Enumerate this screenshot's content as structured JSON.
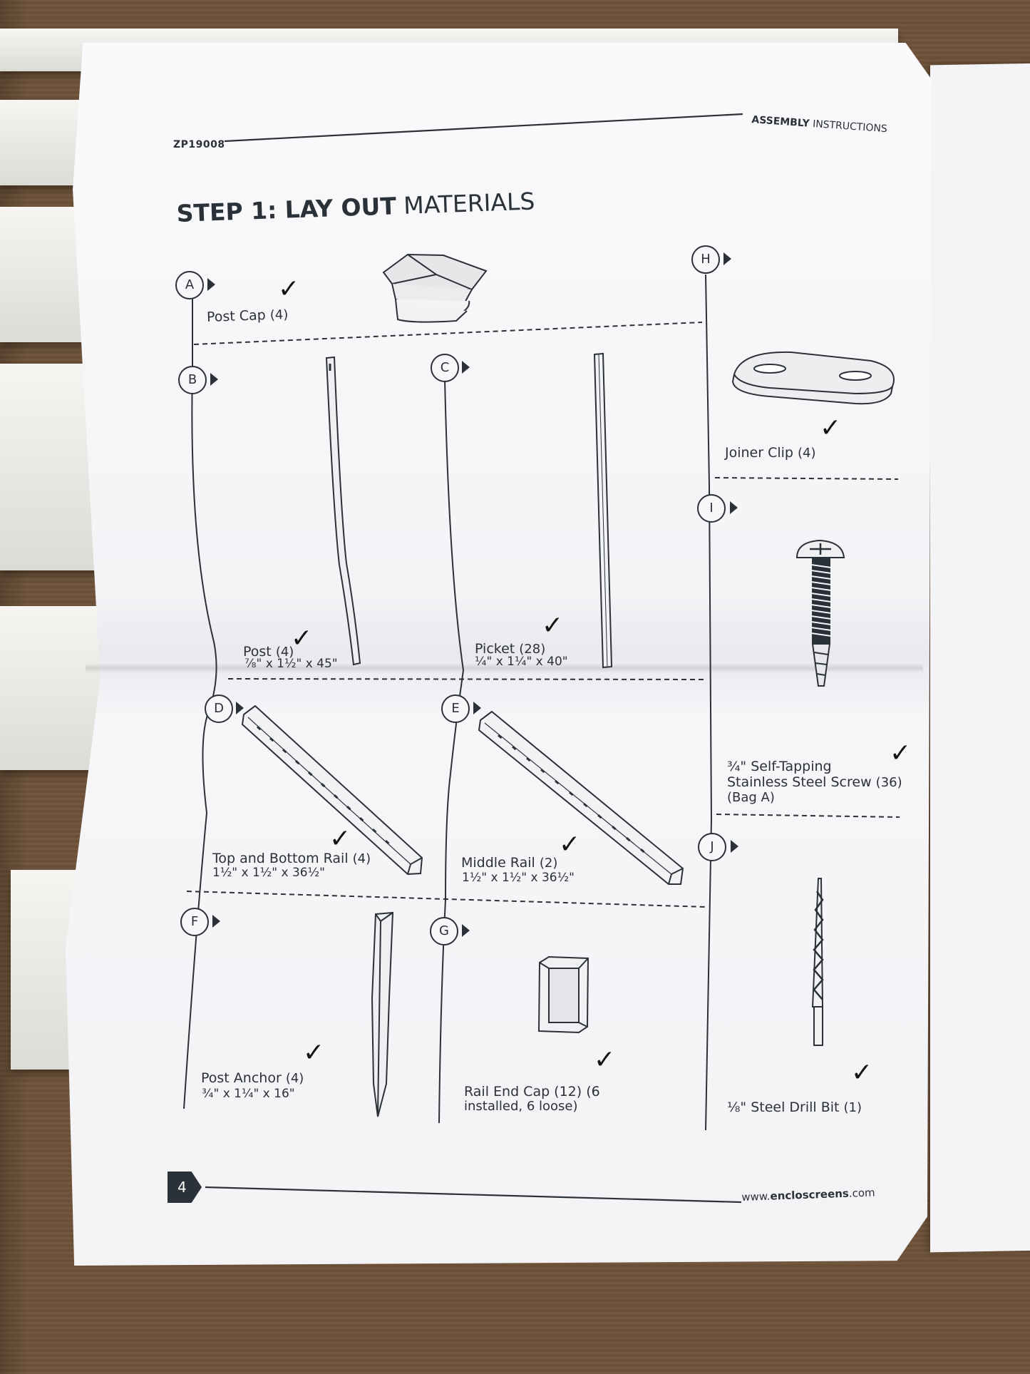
{
  "header": {
    "code": "ZP19008",
    "title_bold": "ASSEMBLY",
    "title_rest": " INSTRUCTIONS"
  },
  "step": {
    "bold": "STEP 1: LAY OUT",
    "rest": " MATERIALS"
  },
  "parts": {
    "A": {
      "letter": "A",
      "name": "Post Cap",
      "qty": "(4)"
    },
    "B": {
      "letter": "B",
      "name": "Post",
      "qty": "(4)",
      "dims": "⅞\" x 1½\" x 45\""
    },
    "C": {
      "letter": "C",
      "name": "Picket",
      "qty": "(28)",
      "dims": "¼\" x 1¼\" x 40\""
    },
    "D": {
      "letter": "D",
      "name": "Top and Bottom Rail",
      "qty": "(4)",
      "dims": "1½\" x 1½\" x 36½\""
    },
    "E": {
      "letter": "E",
      "name": "Middle Rail",
      "qty": "(2)",
      "dims": "1½\" x 1½\" x 36½\""
    },
    "F": {
      "letter": "F",
      "name": "Post Anchor",
      "qty": "(4)",
      "dims": "¾\" x 1¼\" x 16\""
    },
    "G": {
      "letter": "G",
      "name_line1": "Rail End Cap (12) (6",
      "name_line2": "installed, 6 loose)"
    },
    "H": {
      "letter": "H",
      "name": "Joiner Clip",
      "qty": "(4)"
    },
    "I": {
      "letter": "I",
      "line1": "¾\" Self-Tapping",
      "line2_name": "Stainless Steel Screw",
      "line2_qty": "(36)",
      "line3": "(Bag A)"
    },
    "J": {
      "letter": "J",
      "name": "⅛\" Steel Drill Bit",
      "qty": "(1)"
    }
  },
  "check_mark": "✓",
  "footer": {
    "page_number": "4",
    "url_prefix": "www.",
    "url_bold": "encloscreens",
    "url_suffix": ".com"
  },
  "colors": {
    "ink": "#2b3138",
    "paper": "#f6f6f9",
    "cardboard": "#6e5339"
  }
}
